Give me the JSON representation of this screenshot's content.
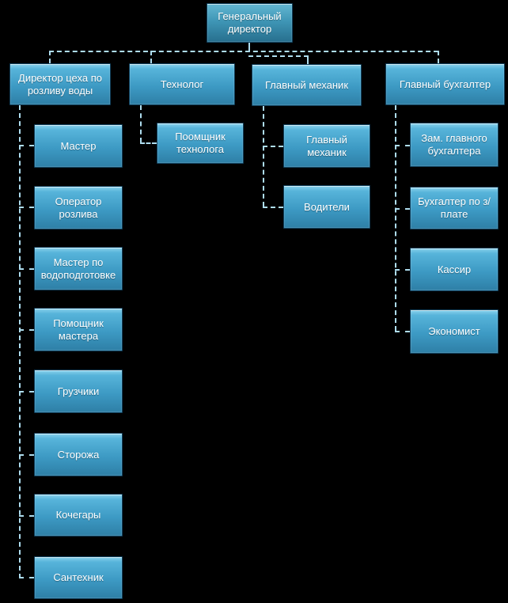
{
  "org": {
    "root": {
      "label": "Генеральный директор"
    },
    "branches": [
      {
        "label": "Директор цеха по розливу воды",
        "children": [
          "Мастер",
          "Оператор розлива",
          "Мастер по водоподготовке",
          "Помощник мастера",
          "Грузчики",
          "Сторожа",
          "Кочегары",
          "Сантехник"
        ]
      },
      {
        "label": "Технолог",
        "children": [
          "Поомщник технолога"
        ]
      },
      {
        "label": "Главный механик",
        "children": [
          "Главный механик",
          "Водители"
        ]
      },
      {
        "label": "Главный бухгалтер",
        "children": [
          "Зам. главного бухгалтера",
          "Бухгалтер по з/плате",
          "Кассир",
          "Экономист"
        ]
      }
    ],
    "colors": {
      "background": "#000000",
      "box_gradient_top": "#8ad2ec",
      "box_gradient_bottom": "#2e7fa6",
      "root_gradient_top": "#63b7d2",
      "root_gradient_bottom": "#276f8e",
      "box_border": "#11405c",
      "connector": "#aeddef",
      "text": "#ffffff"
    }
  }
}
